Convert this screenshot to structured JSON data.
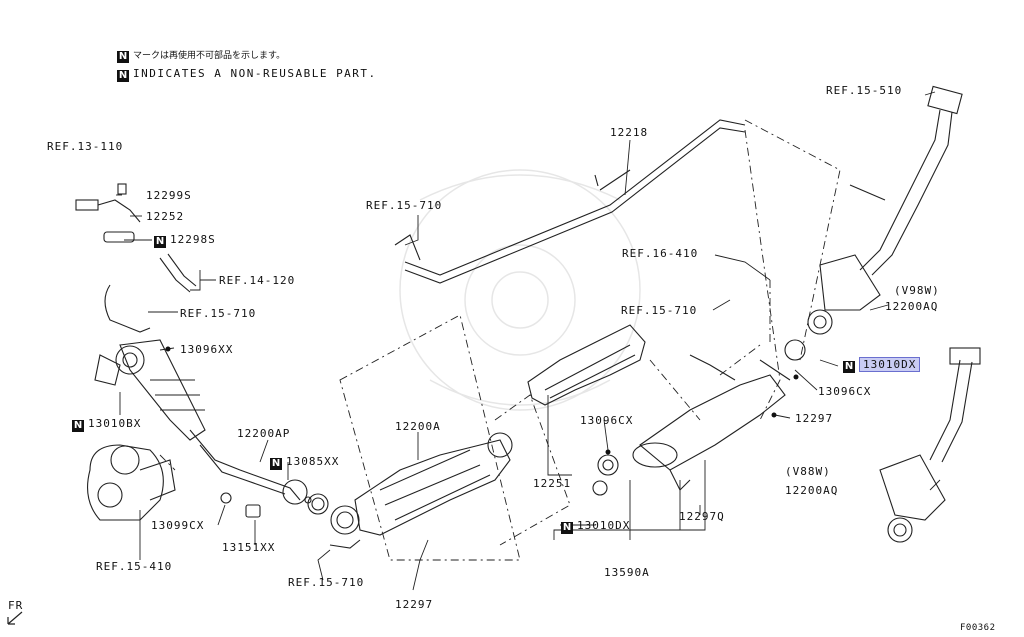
{
  "legend": {
    "symbol": "N",
    "jp_text": "マークは再使用不可部品を示します。",
    "en_text": "INDICATES A NON-REUSABLE PART."
  },
  "labels": {
    "ref_13_110": "REF.13-110",
    "p12299s": "12299S",
    "p12252": "12252",
    "p12298s": "12298S",
    "ref_14_120": "REF.14-120",
    "ref_15_710_a": "REF.15-710",
    "p13096xx": "13096XX",
    "p13010bx": "13010BX",
    "p12200ap": "12200AP",
    "p13085xx": "13085XX",
    "p13099cx": "13099CX",
    "p13151xx": "13151XX",
    "ref_15_410": "REF.15-410",
    "ref_15_710_b": "REF.15-710",
    "p12297_a": "12297",
    "p12200a": "12200A",
    "ref_15_710_c": "REF.15-710",
    "p12218": "12218",
    "ref_16_410": "REF.16-410",
    "ref_15_710_d": "REF.15-710",
    "p12251": "12251",
    "p13096cx_a": "13096CX",
    "p13010dx_a": "13010DX",
    "p13590a": "13590A",
    "p12297q": "12297Q",
    "ref_15_510": "REF.15-510",
    "v98w": "(V98W)",
    "p12200aq_a": "12200AQ",
    "p13010dx_b": "13010DX",
    "p13096cx_b": "13096CX",
    "p12297_b": "12297",
    "v88w": "(V88W)",
    "p12200aq_b": "12200AQ",
    "fr": "FR",
    "code": "F00362"
  },
  "colors": {
    "line": "#222222",
    "highlight_bg": "#c9ccf3",
    "highlight_border": "#6a6fcf"
  }
}
